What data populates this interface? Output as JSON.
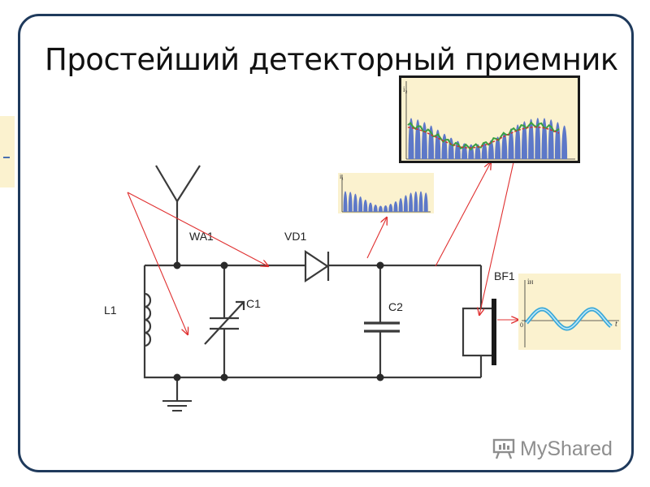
{
  "slide": {
    "title": "Простейший детекторный приемник"
  },
  "schematic": {
    "labels": {
      "antenna": "WA1",
      "diode": "VD1",
      "inductor": "L1",
      "variable_capacitor": "C1",
      "capacitor": "C2",
      "speaker": "BF1"
    }
  },
  "graphs": {
    "am_signal": {
      "axis_label": "i₁",
      "subscript": ""
    },
    "rectified": {
      "axis_label": "i₂"
    },
    "audio": {
      "y_label": "ін",
      "x_label": "t",
      "origin": "0"
    }
  },
  "colors": {
    "wire": "#3a3a3a",
    "arrow": "#e03030",
    "graph_bg": "#fbf2cf",
    "pulse_fill": "#5d78c8",
    "sine": "#3aa8d8",
    "frame": "#1f3a5c"
  },
  "watermark": {
    "text": "MyShared",
    "icon": "presentation-board-icon"
  }
}
